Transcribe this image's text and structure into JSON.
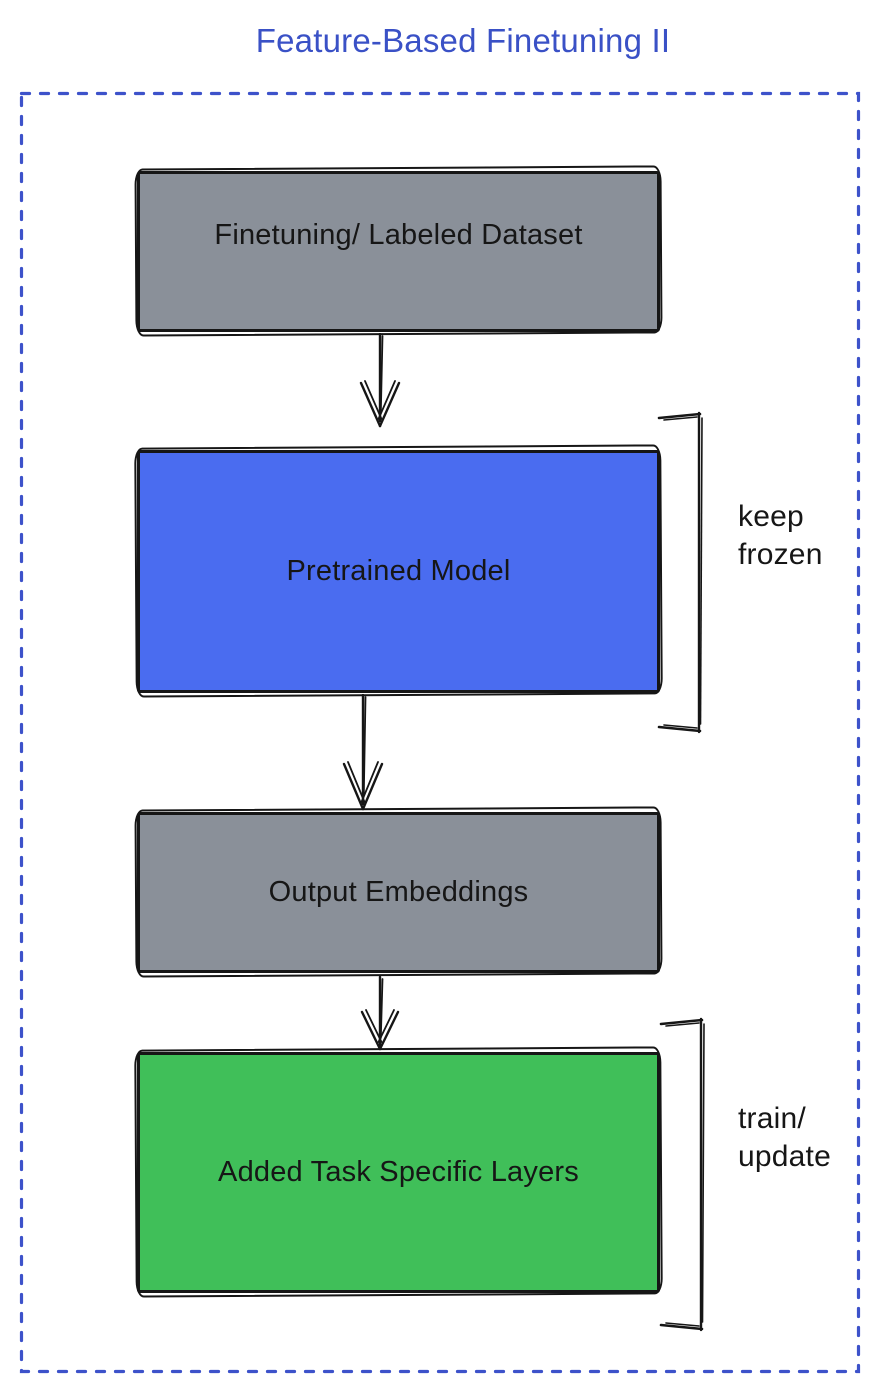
{
  "title": "Feature-Based Finetuning II",
  "colors": {
    "title": "#3a51c6",
    "frame": "#3d52ca",
    "node_gray": "#8a9099",
    "node_blue": "#4a6cf0",
    "node_green": "#40bf59",
    "ink": "#161616"
  },
  "nodes": [
    {
      "id": "finetuning-dataset",
      "label": "Finetuning/ Labeled Dataset",
      "fill": "gray"
    },
    {
      "id": "pretrained-model",
      "label": "Pretrained Model",
      "fill": "blue"
    },
    {
      "id": "output-embeddings",
      "label": "Output Embeddings",
      "fill": "gray"
    },
    {
      "id": "added-task-layers",
      "label": "Added Task Specific Layers",
      "fill": "green"
    }
  ],
  "arrows": [
    {
      "from": "finetuning-dataset",
      "to": "pretrained-model"
    },
    {
      "from": "pretrained-model",
      "to": "output-embeddings"
    },
    {
      "from": "output-embeddings",
      "to": "added-task-layers"
    }
  ],
  "annotations": [
    {
      "target": "pretrained-model",
      "text": "keep frozen",
      "line1": "keep",
      "line2": "frozen"
    },
    {
      "target": "added-task-layers",
      "text": "train/ update",
      "line1": "train/",
      "line2": "update"
    }
  ]
}
